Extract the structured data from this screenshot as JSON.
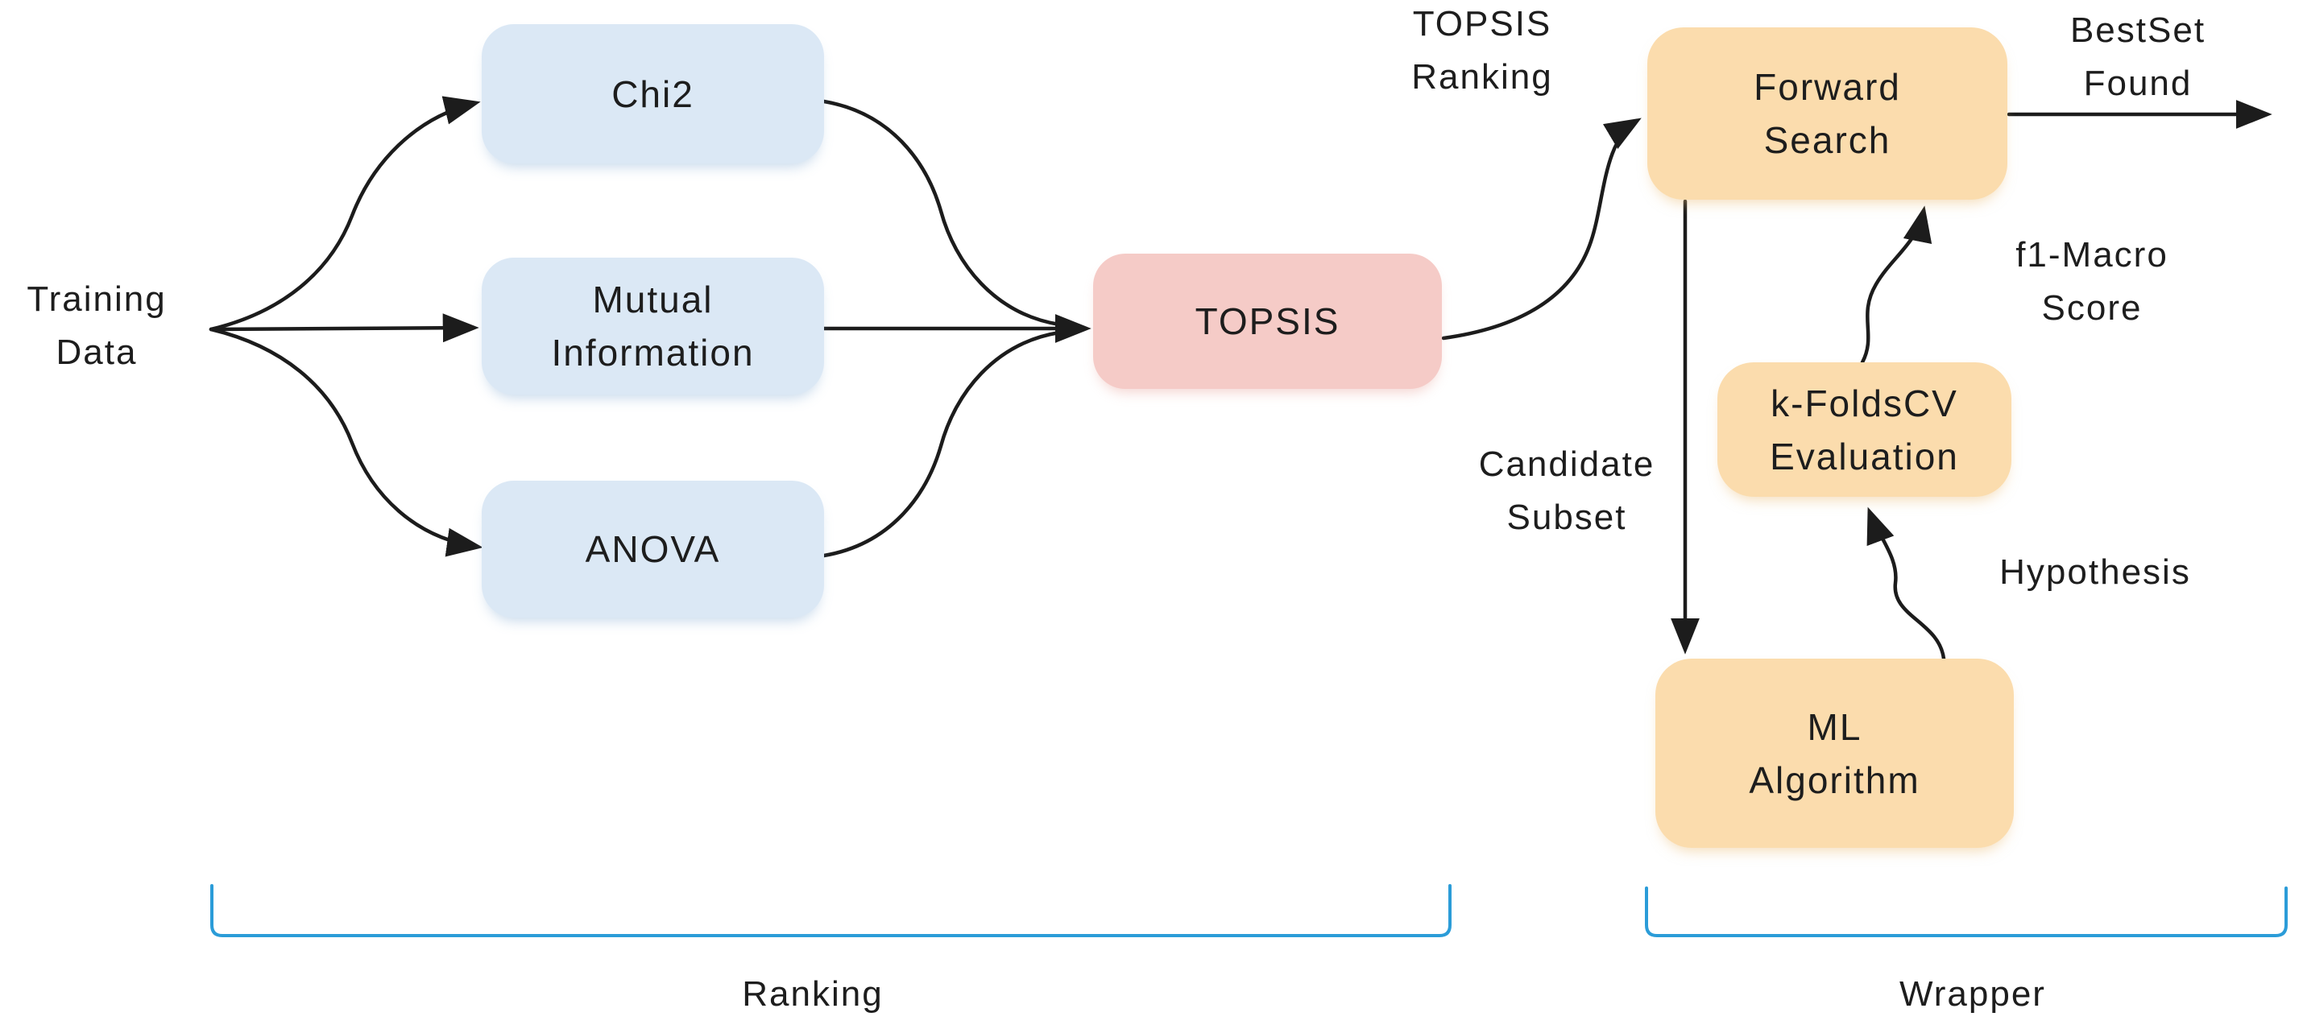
{
  "diagram": {
    "nodes": {
      "chi2": {
        "label": "Chi2"
      },
      "mutual_information": {
        "line1": "Mutual",
        "line2": "Information"
      },
      "anova": {
        "label": "ANOVA"
      },
      "topsis": {
        "label": "TOPSIS"
      },
      "forward_search": {
        "line1": "Forward",
        "line2": "Search"
      },
      "kfolds_cv_evaluation": {
        "line1": "k-FoldsCV",
        "line2": "Evaluation"
      },
      "ml_algorithm": {
        "line1": "ML",
        "line2": "Algorithm"
      }
    },
    "edge_labels": {
      "training_data": {
        "line1": "Training",
        "line2": "Data"
      },
      "topsis_ranking": {
        "line1": "TOPSIS",
        "line2": "Ranking"
      },
      "bestset_found": {
        "line1": "BestSet",
        "line2": "Found"
      },
      "candidate_subset": {
        "line1": "Candidate",
        "line2": "Subset"
      },
      "f1_macro_score": {
        "line1": "f1-Macro",
        "line2": "Score"
      },
      "hypothesis": {
        "label": "Hypothesis"
      }
    },
    "group_labels": {
      "ranking": "Ranking",
      "wrapper": "Wrapper"
    },
    "colors": {
      "filter_node_fill": "#dbe8f5",
      "topsis_node_fill": "#f5cbc7",
      "wrapper_node_fill": "#fbdcad",
      "bracket_stroke": "#2b9cd8",
      "arrow_stroke": "#1c1c1c",
      "text": "#1d1d1d",
      "background": "#ffffff"
    }
  }
}
